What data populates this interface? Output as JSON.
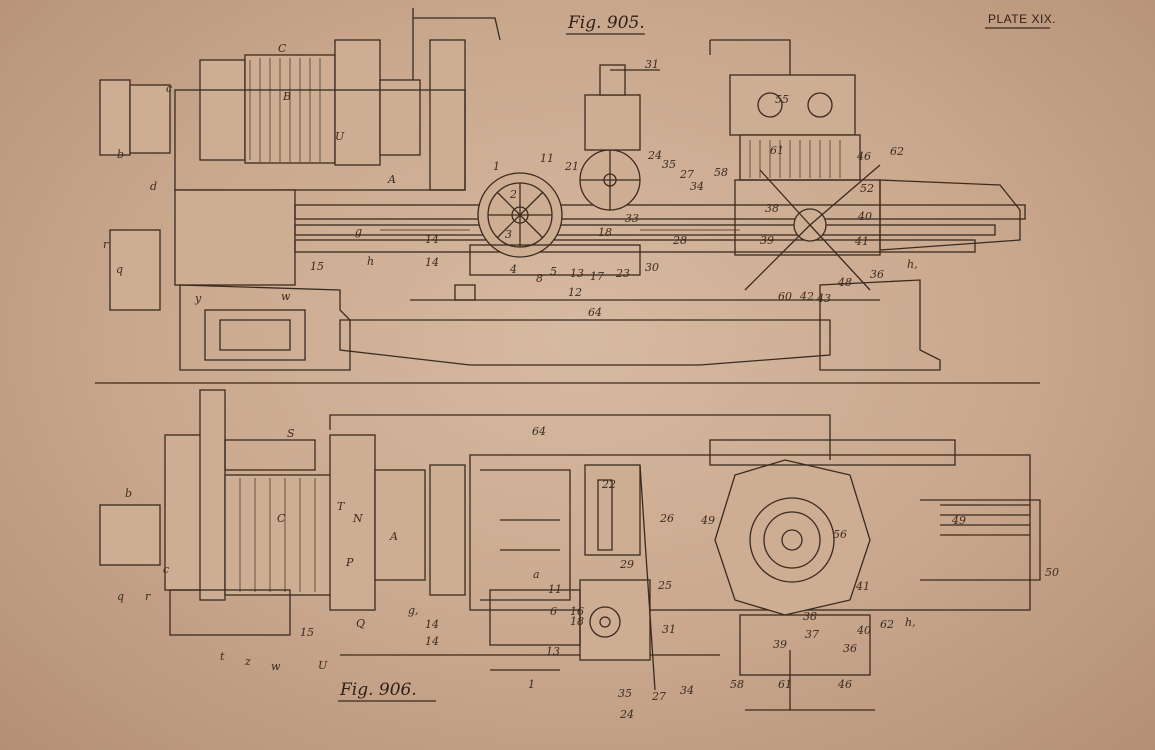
{
  "plate": "PLATE XIX.",
  "fig_top": "Fig. 905.",
  "fig_bottom": "Fig. 906.",
  "labels_top": [
    "C",
    "B",
    "c",
    "b",
    "d",
    "U",
    "A",
    "r",
    "q",
    "y",
    "w",
    "g",
    "h",
    "15",
    "14",
    "14",
    "64",
    "31",
    "1",
    "11",
    "21",
    "24",
    "35",
    "27",
    "34",
    "58",
    "55",
    "61",
    "46",
    "62",
    "52",
    "2",
    "3",
    "4",
    "5",
    "8",
    "13",
    "17",
    "23",
    "30",
    "12",
    "18",
    "28",
    "33",
    "38",
    "39",
    "40",
    "41",
    "36",
    "48",
    "60",
    "42",
    "43",
    "h,"
  ],
  "labels_bottom": [
    "S",
    "64",
    "b",
    "c",
    "C",
    "T",
    "N",
    "A",
    "P",
    "q",
    "r",
    "15",
    "Q",
    "U",
    "w",
    "z",
    "t",
    "g,",
    "14",
    "14",
    "a",
    "11",
    "6",
    "16",
    "18",
    "22",
    "26",
    "29",
    "25",
    "31",
    "49",
    "49",
    "50",
    "56",
    "41",
    "38",
    "37",
    "39",
    "40",
    "62",
    "h,",
    "61",
    "58",
    "36",
    "46",
    "24",
    "35",
    "27",
    "34",
    "13",
    "1"
  ],
  "colors": {
    "paper": "#c9a78c",
    "ink": "#3a2a1f"
  }
}
